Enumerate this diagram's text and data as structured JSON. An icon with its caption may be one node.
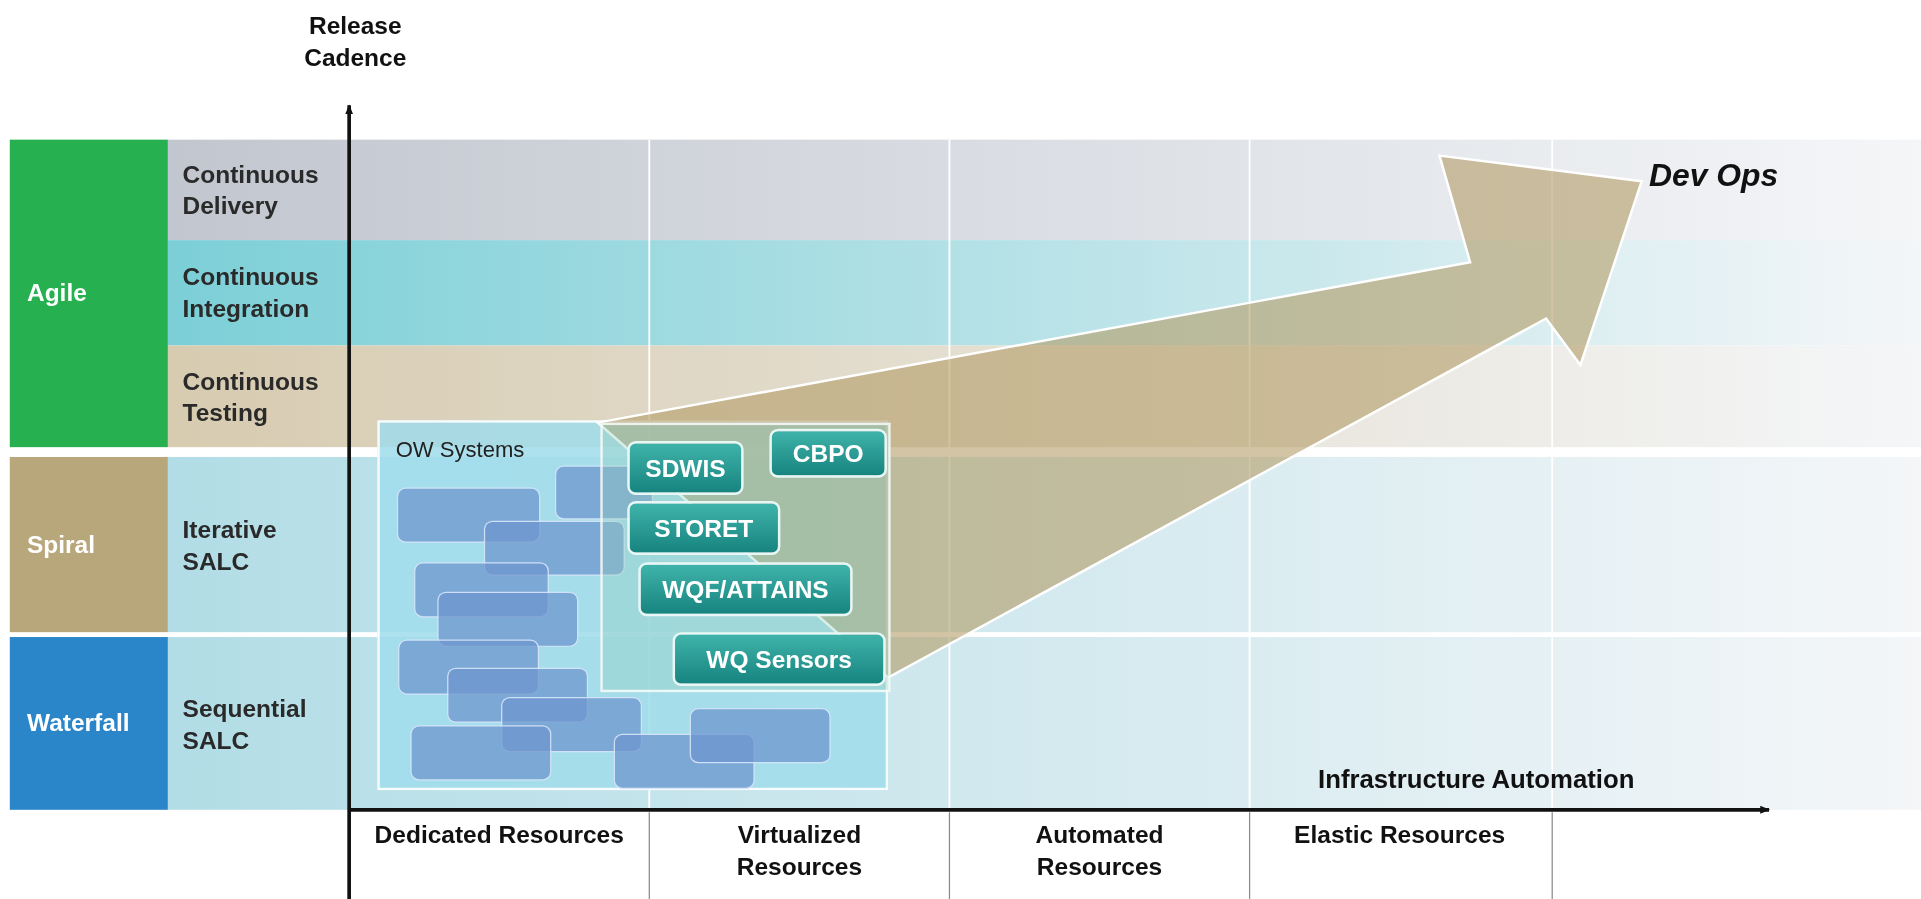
{
  "diagram": {
    "nodes": [
      {
        "text": [
          "Agile"
        ]
      },
      {
        "text": [
          "Continuous Delivery"
        ]
      },
      {
        "text": [
          "Continuous Integration"
        ]
      },
      {
        "text": [
          "Continuous Testing"
        ]
      },
      {
        "text": [
          "Spiral"
        ]
      },
      {
        "text": [
          "Iterative SALC"
        ]
      },
      {
        "text": [
          "Waterfall"
        ]
      },
      {
        "text": [
          "Sequential SALC"
        ]
      },
      {
        "text": [
          "Dev Ops"
        ]
      },
      {
        "text": [
          "OW Systems"
        ]
      },
      {
        "text": [],
        "shape": "box",
        "in": 9
      },
      {
        "text": [
          "CBPO"
        ],
        "in": 10
      },
      {
        "text": [
          "SDWIS"
        ],
        "in": 10
      },
      {
        "text": [
          "STORET"
        ],
        "in": 10
      },
      {
        "text": [
          "WQF/ATTAINS"
        ],
        "in": 10
      },
      {
        "text": [
          "WQ Sensors"
        ],
        "in": 10
      },
      {
        "text": [],
        "shape": "box",
        "in": 9
      },
      {
        "text": [],
        "shape": "box",
        "in": 9
      },
      {
        "text": [],
        "shape": "box",
        "in": 9
      },
      {
        "text": [],
        "shape": "box",
        "in": 9
      },
      {
        "text": [],
        "shape": "box",
        "in": 9
      },
      {
        "text": [],
        "shape": "box",
        "in": 9
      },
      {
        "text": [],
        "shape": "box",
        "in": 9
      },
      {
        "text": [],
        "shape": "box",
        "in": 9
      },
      {
        "text": [],
        "shape": "box",
        "in": 9
      },
      {
        "text": [],
        "shape": "box",
        "in": 9
      },
      {
        "text": [],
        "shape": "box",
        "in": 9
      }
    ],
    "edges": [
      {
        "from": 10,
        "to": 8,
        "arrow": "to"
      }
    ],
    "labels": [
      "Release Cadence",
      "Infrastructure Automation",
      "Dedicated Resources",
      "Virtualized Resources",
      "Automated Resources",
      "Elastic Resources"
    ]
  }
}
